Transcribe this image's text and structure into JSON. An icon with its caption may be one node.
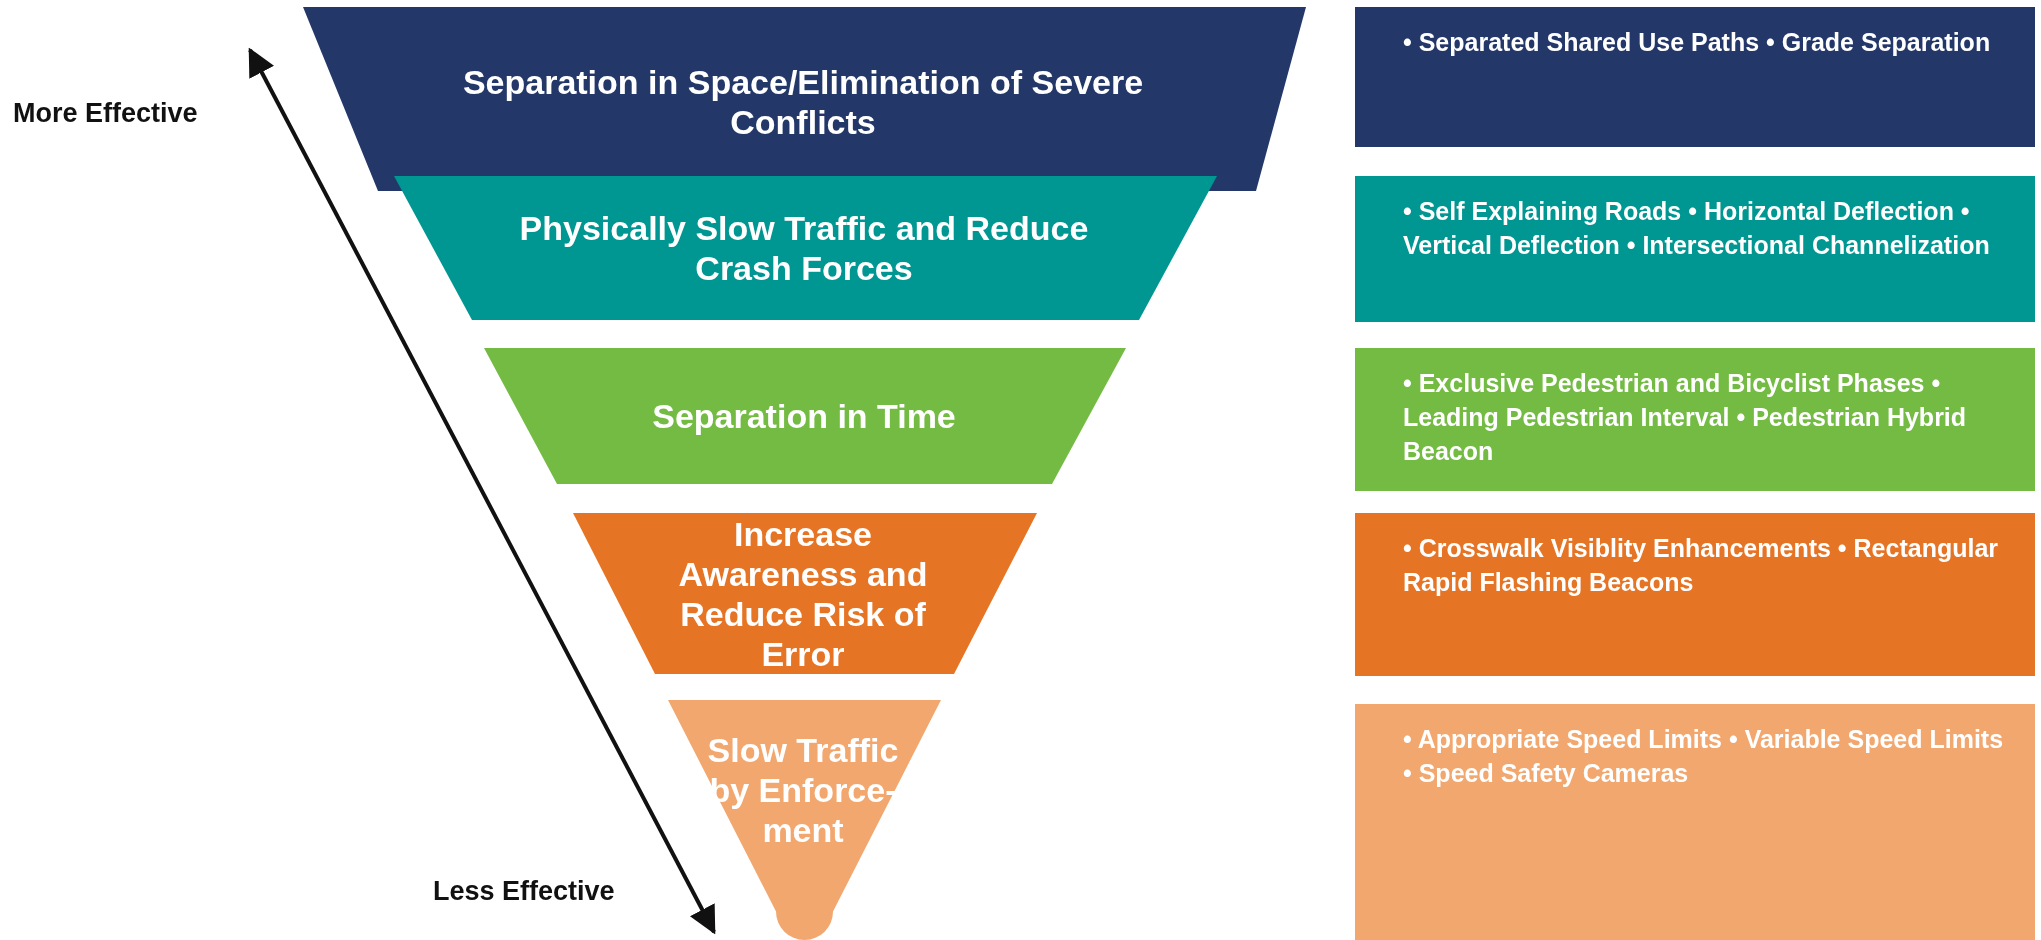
{
  "diagram": {
    "nodes": [
      {
        "text": [
          "Separation in Space/Elimination of Severe Conflicts"
        ]
      },
      {
        "text": [
          "Physically Slow Traffic and Reduce Crash Forces"
        ]
      },
      {
        "text": [
          "Separation in Time"
        ]
      },
      {
        "text": [
          "Increase Awareness and Reduce Risk of Error"
        ]
      },
      {
        "text": [
          "Slow Traffic by Enforce-ment"
        ]
      },
      {
        "text": [
          "• Separated Shared Use Paths • Grade Separation"
        ]
      },
      {
        "text": [
          "• Self Explaining Roads • Horizontal Deflection • Vertical Deflection • Intersectional Channelization"
        ]
      },
      {
        "text": [
          "• Exclusive Pedestrian and Bicyclist Phases • Leading Pedestrian Interval • Pedestrian Hybrid Beacon"
        ]
      },
      {
        "text": [
          "• Crosswalk Visiblity Enhancements • Rectangular Rapid Flashing Beacons"
        ]
      },
      {
        "text": [
          "• Appropriate Speed Limits • Variable Speed Limits • Speed Safety Cameras"
        ]
      }
    ],
    "edges": [],
    "labels": [
      "More Effective",
      "Less Effective"
    ]
  }
}
